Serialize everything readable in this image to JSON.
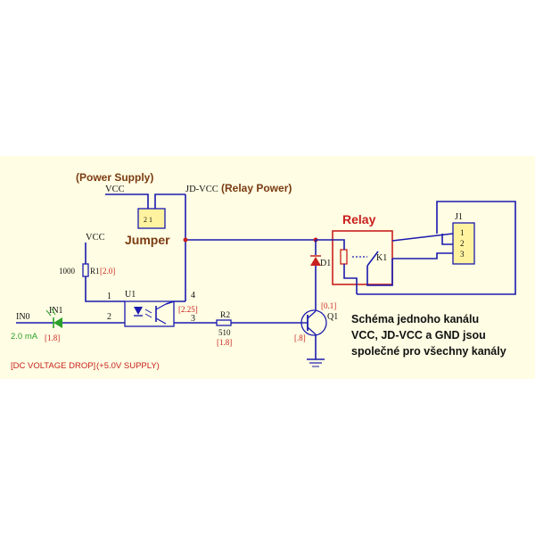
{
  "labels": {
    "power_supply": "(Power Supply)",
    "vcc_top": "VCC",
    "jd_vcc": "JD-VCC",
    "relay_power": "(Relay Power)",
    "jumper": "Jumper",
    "jumper_pins": "2 1",
    "relay": "Relay",
    "j1": "J1",
    "j1_pin1": "1",
    "j1_pin2": "2",
    "j1_pin3": "3",
    "vcc_r1": "VCC",
    "r1_value": "1000",
    "r1_name": "R1",
    "r1_volt": "[2.0]",
    "d1": "D1",
    "k1": "K1",
    "u1_pin1": "1",
    "u1_name": "U1",
    "u1_pin4": "4",
    "u1_pin2": "2",
    "u1_pin3": "3",
    "u1_volt": "[2.25]",
    "in0": "IN0",
    "in1": "IN1",
    "current": "2.0 mA",
    "in1_volt": "[1.8]",
    "r2_name": "R2",
    "r2_value": "510",
    "r2_volt": "[1.8]",
    "q1_volt_top": "[0.1]",
    "q1": "Q1",
    "q1_volt_bottom": "[.8]",
    "dc_drop": "[DC VOLTAGE DROP]",
    "supply": "(+5.0V SUPPLY)"
  },
  "note": {
    "line1": "Schéma jednoho kanálu",
    "line2": "VCC, JD-VCC a GND jsou",
    "line3": "společné pro všechny kanály"
  },
  "colors": {
    "background": "#fffde3",
    "wire": "#1a1ab0",
    "highlight_red": "#c8201e",
    "label_brown": "#7a3b12",
    "led_green": "#2aa02a",
    "jumper_fill": "#fff3a0"
  }
}
